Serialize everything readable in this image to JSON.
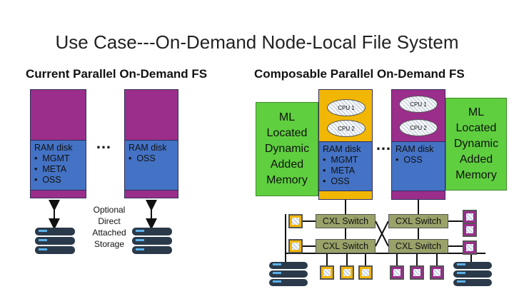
{
  "title": "Use Case---On-Demand Node-Local File System",
  "left": {
    "heading": "Current Parallel On-Demand FS",
    "node1": {
      "ram_label": "RAM disk",
      "items": [
        "MGMT",
        "META",
        "OSS"
      ]
    },
    "node2": {
      "ram_label": "RAM disk",
      "items": [
        "OSS"
      ]
    },
    "dots": "…",
    "optional_storage": [
      "Optional",
      "Direct",
      "Attached",
      "Storage"
    ]
  },
  "right": {
    "heading": "Composable Parallel On-Demand FS",
    "ml_left": [
      "ML",
      "Located",
      "Dynamic",
      "Added",
      "Memory"
    ],
    "ml_right": [
      "ML",
      "Located",
      "Dynamic",
      "Added",
      "Memory"
    ],
    "node1": {
      "cpus": [
        "CPU 1",
        "CPU 2"
      ],
      "ram_label": "RAM disk",
      "items": [
        "MGMT",
        "META",
        "OSS"
      ]
    },
    "node2": {
      "cpus": [
        "CPU 1",
        "CPU 2"
      ],
      "ram_label": "RAM disk",
      "items": [
        "OSS"
      ]
    },
    "dots": "…",
    "switches": [
      "CXL Switch",
      "CXL Switch",
      "CXL Switch",
      "CXL Switch"
    ]
  },
  "colors": {
    "purple": "#9b2e8b",
    "blue": "#4472c4",
    "gold": "#f2b705",
    "green": "#5fcf3f",
    "switch": "#9aa26a"
  }
}
